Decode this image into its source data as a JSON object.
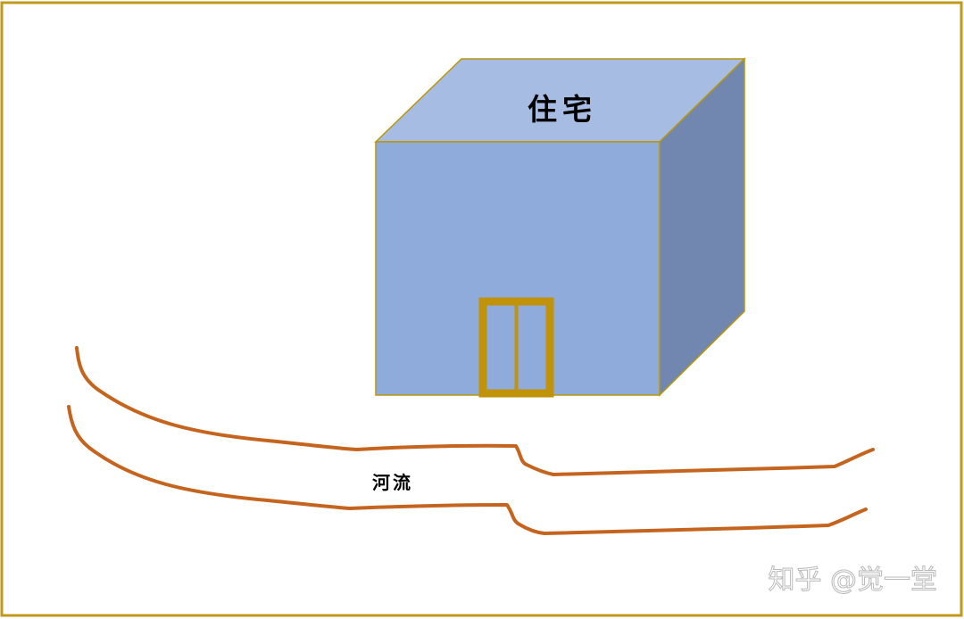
{
  "building": {
    "label": "住宅",
    "colors": {
      "top": "#a7bce3",
      "front": "#8eabdc",
      "side": "#7287b0",
      "edge": "#b8960c",
      "door": "#c0930a"
    }
  },
  "river": {
    "label": "河流",
    "color": "#c5641e"
  },
  "frame": {
    "color": "#c09a1b"
  },
  "watermark": {
    "text": "知乎 @觉一堂"
  }
}
